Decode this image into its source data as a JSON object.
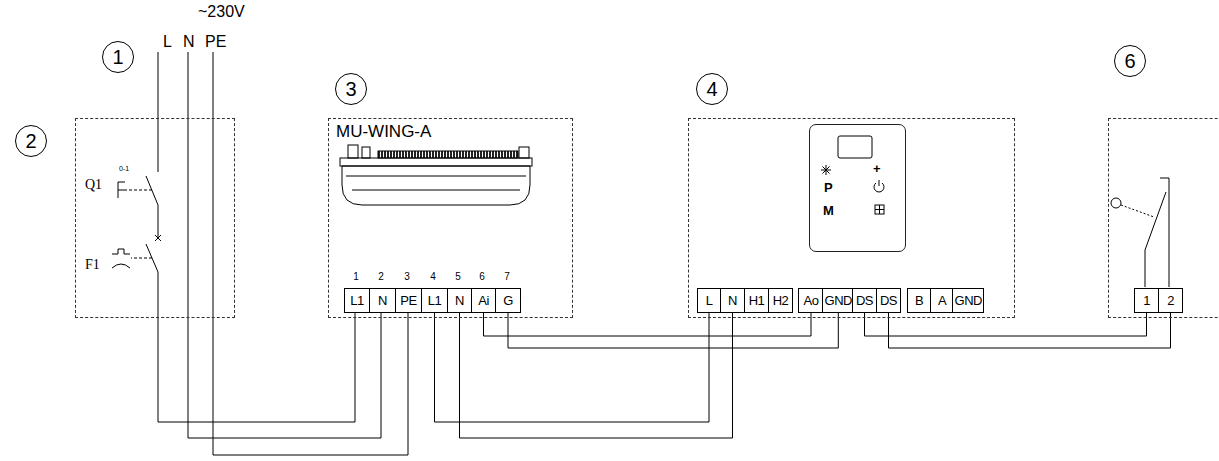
{
  "diagram": {
    "nodes": [
      {
        "text": [
          "2",
          "Q1",
          "F1"
        ]
      },
      {
        "text": [
          "3",
          "MU-WING-A"
        ]
      },
      {
        "text": [
          "L1"
        ],
        "in": 1
      },
      {
        "text": [
          "N"
        ],
        "in": 1
      },
      {
        "text": [
          "PE"
        ],
        "in": 1
      },
      {
        "text": [
          "L1"
        ],
        "in": 1
      },
      {
        "text": [
          "N"
        ],
        "in": 1
      },
      {
        "text": [
          "Ai"
        ],
        "in": 1
      },
      {
        "text": [
          "G"
        ],
        "in": 1
      },
      {
        "text": [
          "4"
        ]
      },
      {
        "text": [
          "+",
          "P",
          "M"
        ],
        "in": 9
      },
      {
        "text": [
          "L"
        ],
        "in": 9
      },
      {
        "text": [
          "N"
        ],
        "in": 9
      },
      {
        "text": [
          "H1"
        ],
        "in": 9
      },
      {
        "text": [
          "H2"
        ],
        "in": 9
      },
      {
        "text": [
          "Ao"
        ],
        "in": 9
      },
      {
        "text": [
          "GND"
        ],
        "in": 9
      },
      {
        "text": [
          "DS"
        ],
        "in": 9
      },
      {
        "text": [
          "DS"
        ],
        "in": 9
      },
      {
        "text": [
          "B"
        ],
        "in": 9
      },
      {
        "text": [
          "A"
        ],
        "in": 9
      },
      {
        "text": [
          "GND"
        ],
        "in": 9
      },
      {
        "text": [
          "6"
        ]
      },
      {
        "text": [
          "1"
        ],
        "in": 22
      },
      {
        "text": [
          "2"
        ],
        "in": 22
      }
    ],
    "edges": [
      {
        "from": 5,
        "to": 11,
        "arrow": "none"
      },
      {
        "from": 6,
        "to": 12,
        "arrow": "none"
      },
      {
        "from": 7,
        "to": 15,
        "arrow": "none"
      },
      {
        "from": 8,
        "to": 16,
        "arrow": "none"
      },
      {
        "from": 17,
        "to": 23,
        "arrow": "none"
      },
      {
        "from": 18,
        "to": 24,
        "arrow": "none"
      }
    ],
    "labels": [
      "1",
      "~230V",
      "L",
      "N",
      "PE",
      "0-1",
      "1",
      "2",
      "3",
      "4",
      "5",
      "6",
      "7"
    ]
  }
}
